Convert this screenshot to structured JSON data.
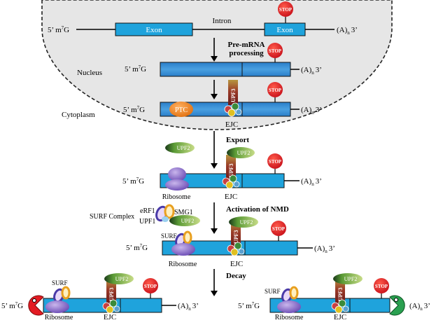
{
  "colors": {
    "exon_fill": "#1fa3dc",
    "mrna_fill": "#3c8fd4",
    "stop_red": "#e31b23",
    "ptc_orange": "#f08020",
    "upf3_brown": "#8a2a22",
    "upf2_green": "#7fb241",
    "ribosome_purple": "#8062c4",
    "nucleus_bg": "#e8e8e8"
  },
  "labels": {
    "five_prime_cap": "5’ m7G",
    "cap_base": "5’ m",
    "cap_sup": "7",
    "cap_g": "G",
    "poly_a": "(A)",
    "poly_a_sub": "n",
    "three_prime": "3’",
    "exon": "Exon",
    "intron": "Intron",
    "stop": "STOP",
    "nucleus": "Nucleus",
    "cytoplasm": "Cytoplasm",
    "ptc": "PTC",
    "upf3": "UPF3",
    "upf2": "UPF2",
    "upf1": "UPF1",
    "erf1": "eRF1",
    "smg1": "SMG1",
    "ejc": "EJC",
    "ribosome": "Ribosome",
    "surf": "SURF",
    "surf_complex": "SURF Complex"
  },
  "steps": {
    "pre_mrna_processing_line1": "Pre-mRNA",
    "pre_mrna_processing_line2": "processing",
    "export": "Export",
    "activation_of_nmd": "Activation of NMD",
    "decay": "Decay"
  }
}
